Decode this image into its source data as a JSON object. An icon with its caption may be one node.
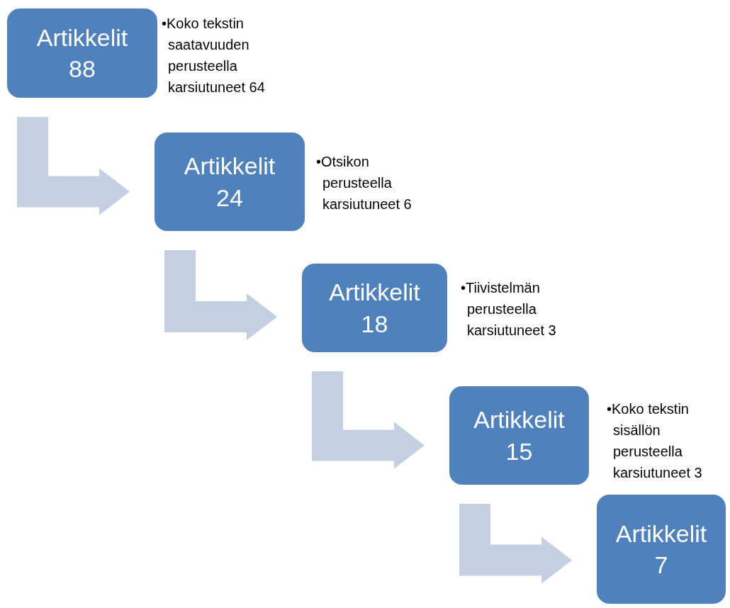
{
  "diagram": {
    "nodes": [
      {
        "text": [
          "Artikkelit 88"
        ],
        "beside": [
          "•Koko tekstin saatavuuden perusteella karsiutuneet 64"
        ]
      },
      {
        "text": [
          "Artikkelit 24"
        ],
        "beside": [
          "•Otsikon perusteella karsiutuneet 6"
        ]
      },
      {
        "text": [
          "Artikkelit 18"
        ],
        "beside": [
          "•Tiivistelmän perusteella karsiutuneet 3"
        ]
      },
      {
        "text": [
          "Artikkelit 15"
        ],
        "beside": [
          "•Koko tekstin sisällön perusteella karsiutuneet 3"
        ]
      },
      {
        "text": [
          "Artikkelit 7"
        ]
      }
    ],
    "edges": [
      {
        "from": 0,
        "to": 1,
        "arrow": "to",
        "style": "thick"
      },
      {
        "from": 1,
        "to": 2,
        "arrow": "to",
        "style": "thick"
      },
      {
        "from": 2,
        "to": 3,
        "arrow": "to",
        "style": "thick"
      },
      {
        "from": 3,
        "to": 4,
        "arrow": "to",
        "style": "thick"
      }
    ]
  }
}
